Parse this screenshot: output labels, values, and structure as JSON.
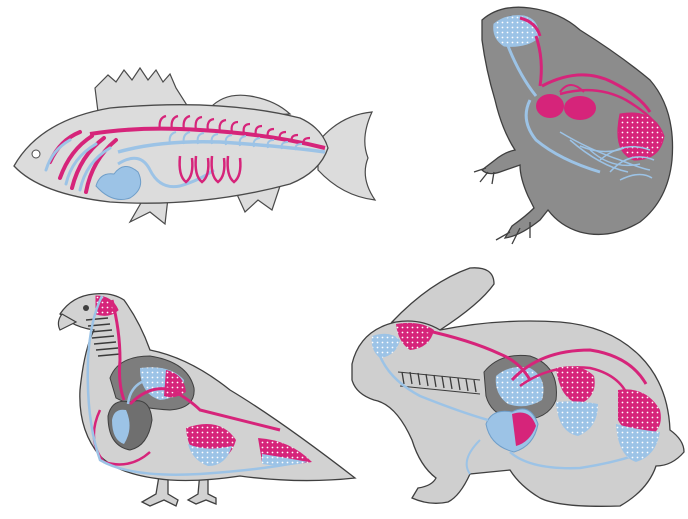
{
  "diagram": {
    "panels": [
      {
        "id": "fish",
        "body_color": "#dcdcdc"
      },
      {
        "id": "frog",
        "body_color": "#8c8c8c"
      },
      {
        "id": "bird",
        "body_color": "#d2d2d2"
      },
      {
        "id": "rabbit",
        "body_color": "#cfcfcf"
      }
    ],
    "colors": {
      "oxygenated": "#d6247a",
      "deoxygenated": "#9cc3e6",
      "outline": "#4a4a4a",
      "heart_chamber": "#8f8f8f",
      "trachea": "#3a3a3a"
    }
  }
}
